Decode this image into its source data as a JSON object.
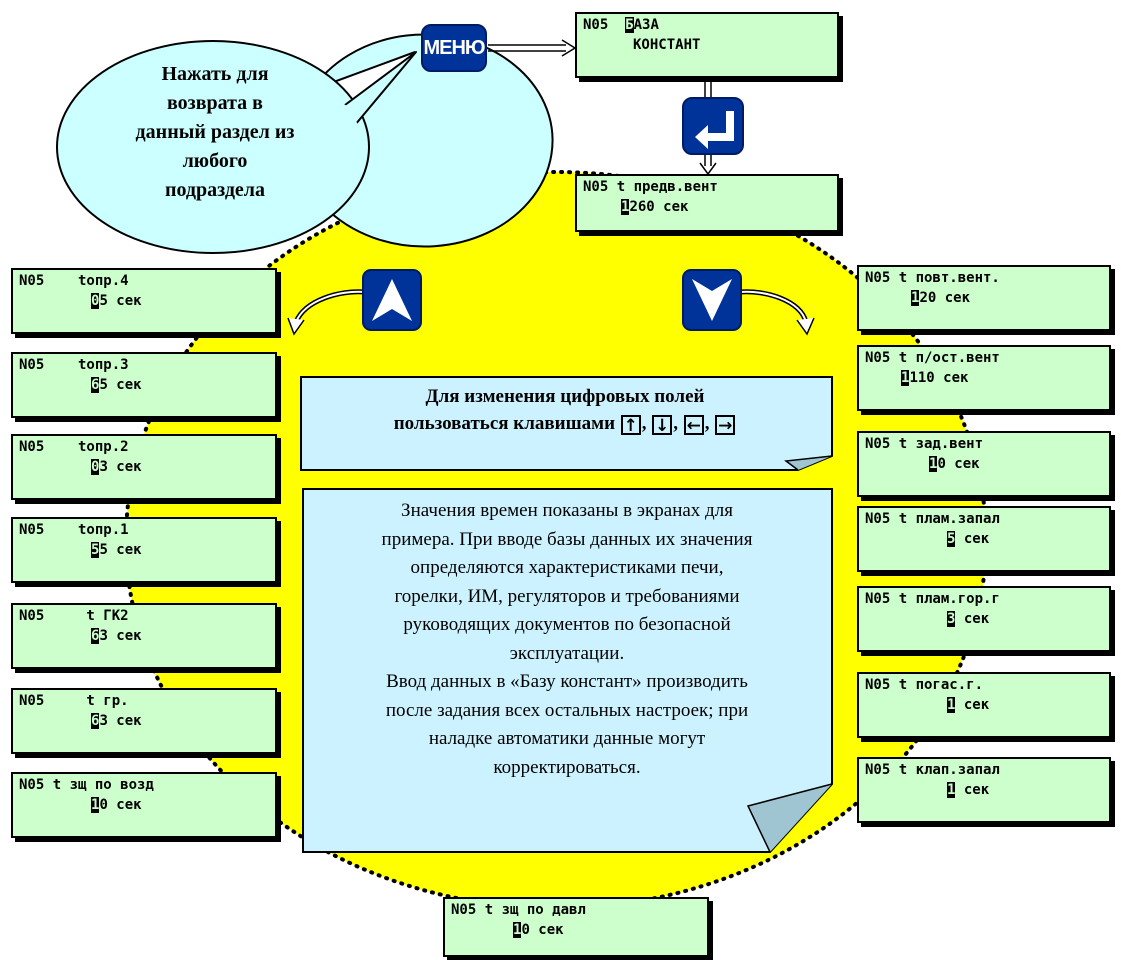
{
  "bubble": {
    "lines": [
      "Нажать для",
      "возврата в",
      "данный раздел из",
      "любого",
      "подраздела"
    ]
  },
  "keys": {
    "menu_label": "МЕНЮ",
    "enter_icon": "enter-key-icon",
    "up_icon": "up-key-icon",
    "down_icon": "down-key-icon"
  },
  "screens": {
    "base": {
      "line1": "N05  ",
      "cursor": "Б",
      "line1_rest": "АЗА",
      "line2": "КОНСТАНТ"
    },
    "pre_vent": {
      "line1": "N05 t предв.вент",
      "cursor": "1",
      "line2": "260 сек"
    },
    "left": [
      {
        "line1": "N05    tопр.4",
        "cursor": "0",
        "line2": "5 сек"
      },
      {
        "line1": "N05    tопр.3",
        "cursor": "6",
        "line2": "5 сек"
      },
      {
        "line1": "N05    tопр.2",
        "cursor": "0",
        "line2": "3 сек"
      },
      {
        "line1": "N05    tопр.1",
        "cursor": "5",
        "line2": "5 сек"
      },
      {
        "line1": "N05     t ГК2",
        "cursor": "6",
        "line2": "3 сек"
      },
      {
        "line1": "N05     t гр.",
        "cursor": "6",
        "line2": "3 сек"
      },
      {
        "line1": "N05 t зщ по возд",
        "cursor": "1",
        "line2": "0 сек"
      }
    ],
    "right": [
      {
        "line1": "N05 t повт.вент.",
        "cursor": "1",
        "line2": "20 сек"
      },
      {
        "line1": "N05 t п/ост.вент",
        "cursor": "1",
        "line2": "110 сек"
      },
      {
        "line1": "N05 t зад.вент",
        "cursor": "1",
        "line2": "0 сек"
      },
      {
        "line1": "N05 t плам.запал",
        "cursor": "5",
        "line2": " сек"
      },
      {
        "line1": "N05 t плам.гор.г",
        "cursor": "3",
        "line2": " сек"
      },
      {
        "line1": "N05 t погас.г.",
        "cursor": "1",
        "line2": " сек"
      },
      {
        "line1": "N05 t клап.запал",
        "cursor": "1",
        "line2": " сек"
      }
    ],
    "bottom": {
      "line1": "N05 t зщ по давл",
      "cursor": "1",
      "line2": "0 сек"
    }
  },
  "note_keys": {
    "line1": "Для изменения цифровых полей",
    "line2": "пользоваться клавишами",
    "glyphs": [
      "↑",
      "↓",
      "←",
      "→"
    ],
    "sep": ","
  },
  "note_main": {
    "lines": [
      "Значения времен показаны в экранах для",
      "примера. При вводе базы данных их значения",
      "определяются характеристиками печи,",
      "горелки, ИМ, регуляторов и требованиями",
      "руководящих документов по безопасной",
      "эксплуатации.",
      "Ввод данных в «Базу констант» производить",
      "после задания всех остальных настроек; при",
      "наладке автоматики данные могут",
      "корректироваться."
    ]
  },
  "colors": {
    "lcd_bg": "#ccffcc",
    "circle_fill": "#ffff00",
    "bubble_fill": "#ccffff",
    "note_fill": "#ccf2ff",
    "key_blue": "#003399"
  }
}
